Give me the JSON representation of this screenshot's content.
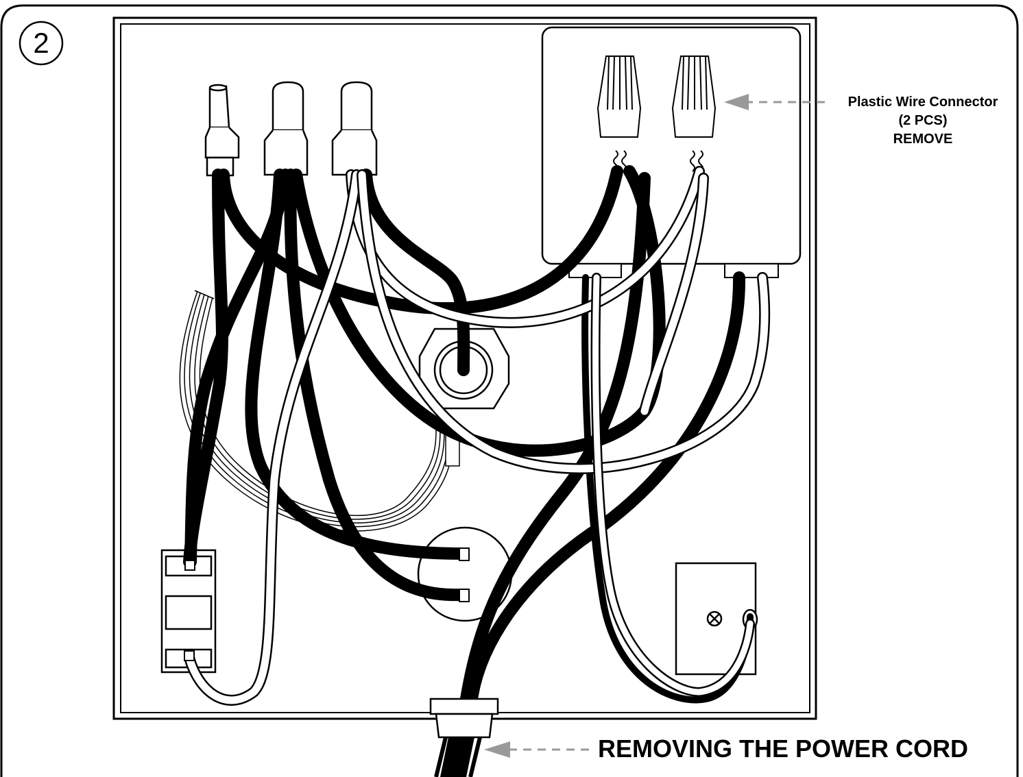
{
  "step": {
    "number": "2"
  },
  "callouts": {
    "connector": {
      "line1": "Plastic Wire Connector",
      "line2": "(2 PCS)",
      "line3": "REMOVE"
    },
    "power_cord": {
      "text": "REMOVING THE POWER CORD"
    }
  },
  "colors": {
    "ink": "#000000",
    "arrow": "#999999",
    "paper": "#ffffff"
  }
}
